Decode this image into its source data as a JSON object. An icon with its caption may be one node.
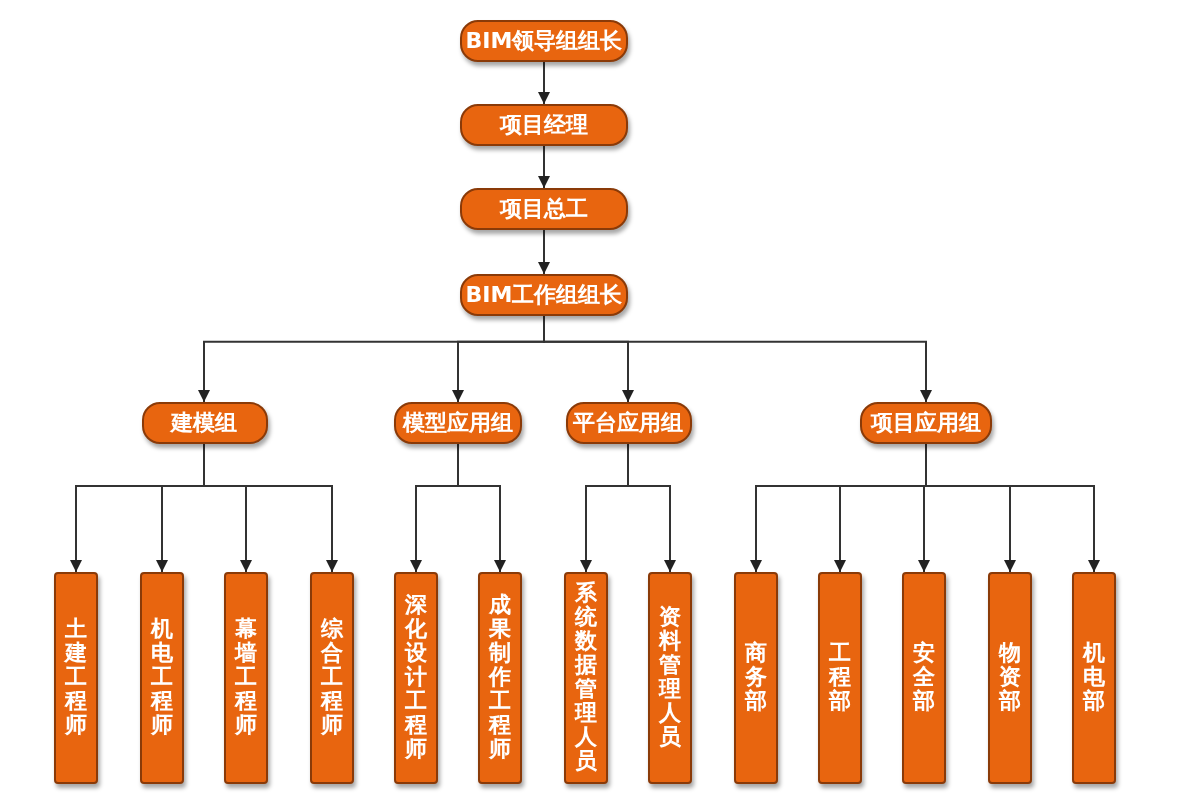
{
  "diagram": {
    "nodes": [
      {
        "text": [
          "BIM领导组组长"
        ]
      },
      {
        "text": [
          "项目经理"
        ]
      },
      {
        "text": [
          "项目总工"
        ]
      },
      {
        "text": [
          "BIM工作组组长"
        ]
      },
      {
        "text": [
          "建模组"
        ]
      },
      {
        "text": [
          "模型应用组"
        ]
      },
      {
        "text": [
          "平台应用组"
        ]
      },
      {
        "text": [
          "项目应用组"
        ]
      },
      {
        "text": [
          "土建工程师"
        ]
      },
      {
        "text": [
          "机电工程师"
        ]
      },
      {
        "text": [
          "幕墙工程师"
        ]
      },
      {
        "text": [
          "综合工程师"
        ]
      },
      {
        "text": [
          "深化设计工程师"
        ]
      },
      {
        "text": [
          "成果制作工程师"
        ]
      },
      {
        "text": [
          "系统数据管理人员"
        ]
      },
      {
        "text": [
          "资料管理人员"
        ]
      },
      {
        "text": [
          "商务部"
        ]
      },
      {
        "text": [
          "工程部"
        ]
      },
      {
        "text": [
          "安全部"
        ]
      },
      {
        "text": [
          "物资部"
        ]
      },
      {
        "text": [
          "机电部"
        ]
      }
    ],
    "edges": [
      {
        "from": 0,
        "to": 1,
        "arrow": "to"
      },
      {
        "from": 1,
        "to": 2,
        "arrow": "to"
      },
      {
        "from": 2,
        "to": 3,
        "arrow": "to"
      },
      {
        "from": 3,
        "to": 4,
        "arrow": "to"
      },
      {
        "from": 3,
        "to": 5,
        "arrow": "to"
      },
      {
        "from": 3,
        "to": 6,
        "arrow": "to"
      },
      {
        "from": 3,
        "to": 7,
        "arrow": "to"
      },
      {
        "from": 4,
        "to": 8,
        "arrow": "to"
      },
      {
        "from": 4,
        "to": 9,
        "arrow": "to"
      },
      {
        "from": 4,
        "to": 10,
        "arrow": "to"
      },
      {
        "from": 4,
        "to": 11,
        "arrow": "to"
      },
      {
        "from": 5,
        "to": 12,
        "arrow": "to"
      },
      {
        "from": 5,
        "to": 13,
        "arrow": "to"
      },
      {
        "from": 6,
        "to": 14,
        "arrow": "to"
      },
      {
        "from": 6,
        "to": 15,
        "arrow": "to"
      },
      {
        "from": 7,
        "to": 16,
        "arrow": "to"
      },
      {
        "from": 7,
        "to": 17,
        "arrow": "to"
      },
      {
        "from": 7,
        "to": 18,
        "arrow": "to"
      },
      {
        "from": 7,
        "to": 19,
        "arrow": "to"
      },
      {
        "from": 7,
        "to": 20,
        "arrow": "to"
      }
    ]
  }
}
